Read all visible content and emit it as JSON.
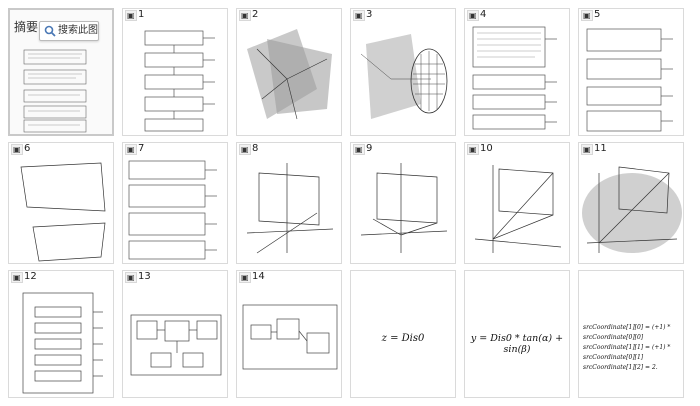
{
  "abstract": {
    "title": "摘要",
    "search_label": "搜索此图"
  },
  "thumbnails": [
    {
      "num": "1"
    },
    {
      "num": "2"
    },
    {
      "num": "3"
    },
    {
      "num": "4"
    },
    {
      "num": "5"
    },
    {
      "num": "6"
    },
    {
      "num": "7"
    },
    {
      "num": "8"
    },
    {
      "num": "9"
    },
    {
      "num": "10"
    },
    {
      "num": "11"
    },
    {
      "num": "12"
    },
    {
      "num": "13"
    },
    {
      "num": "14"
    }
  ],
  "formulas": {
    "f1": "z = Dis0",
    "f2": "y = Dis0 * tan(α) + sin(β)",
    "f3": [
      "srcCoordinate[1][0] = (+1) * srcCoordinate[0][0]",
      "srcCoordinate[1][1] = (+1) * srcCoordinate[0][1]",
      "srcCoordinate[1][2] = 2."
    ]
  },
  "icons": {
    "search": "magnifier-icon"
  }
}
